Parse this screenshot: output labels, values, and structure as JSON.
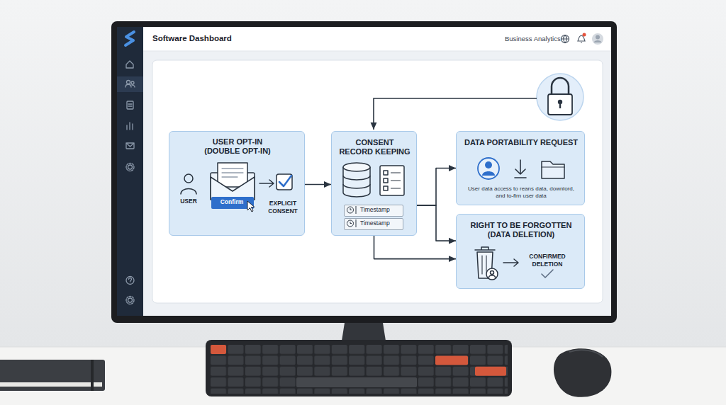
{
  "diagram": {
    "title": "Software Dashboard",
    "nodes": [
      {
        "text": [
          "USER OPT-IN (DOUBLE OPT-IN)",
          "USER",
          "EXPLICIT CONSENT"
        ]
      },
      {
        "text": [
          "Confirm"
        ],
        "in": 0
      },
      {
        "text": [
          "CONSENT RECORD KEEPING"
        ]
      },
      {
        "text": [
          "Timestamp"
        ],
        "in": 2
      },
      {
        "text": [
          "Timestamp"
        ],
        "in": 2
      },
      {
        "text": [
          "DATA PORTABILITY REQUEST",
          "User data access to reans data, downlord, and to-firn user data"
        ]
      },
      {
        "text": [
          "RIGHT TO BE FORGOTTEN (DATA DELETION)",
          "CONFIRMED DELETION"
        ]
      }
    ],
    "edges": [
      {
        "from": 0,
        "to": 2,
        "arrow": "to"
      },
      {
        "from": 2,
        "to": 5,
        "arrow": "to"
      },
      {
        "from": 2,
        "to": 6,
        "arrow": "to"
      },
      {
        "from": 2,
        "to": 6,
        "arrow": "to"
      }
    ],
    "labels": [
      "Business Analytics"
    ]
  }
}
